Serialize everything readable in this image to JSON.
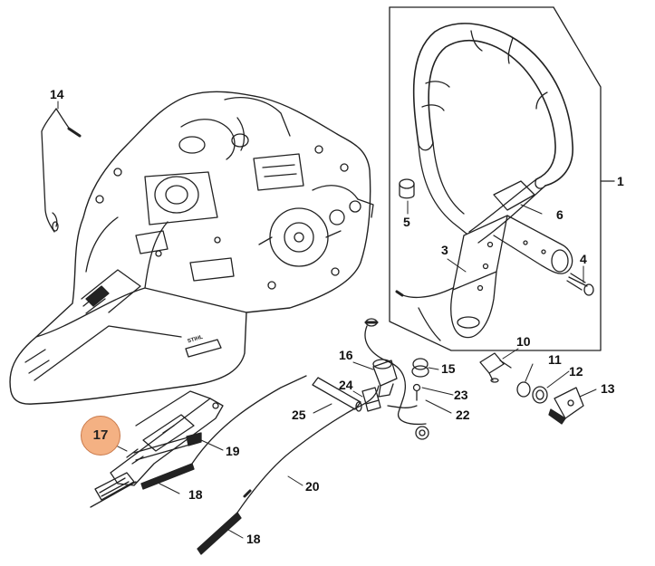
{
  "diagram": {
    "callouts": [
      {
        "id": "1",
        "text": "1"
      },
      {
        "id": "3",
        "text": "3"
      },
      {
        "id": "4",
        "text": "4"
      },
      {
        "id": "5",
        "text": "5"
      },
      {
        "id": "6",
        "text": "6"
      },
      {
        "id": "10",
        "text": "10"
      },
      {
        "id": "11",
        "text": "11"
      },
      {
        "id": "12",
        "text": "12"
      },
      {
        "id": "13",
        "text": "13"
      },
      {
        "id": "14",
        "text": "14"
      },
      {
        "id": "15",
        "text": "15"
      },
      {
        "id": "16",
        "text": "16"
      },
      {
        "id": "17",
        "text": "17"
      },
      {
        "id": "18a",
        "text": "18"
      },
      {
        "id": "18b",
        "text": "18"
      },
      {
        "id": "19",
        "text": "19"
      },
      {
        "id": "20",
        "text": "20"
      },
      {
        "id": "22",
        "text": "22"
      },
      {
        "id": "23",
        "text": "23"
      },
      {
        "id": "24",
        "text": "24"
      },
      {
        "id": "25",
        "text": "25"
      }
    ],
    "highlight": {
      "text": "17",
      "color": "#f4b183"
    },
    "brand_mark": "STIHL"
  }
}
